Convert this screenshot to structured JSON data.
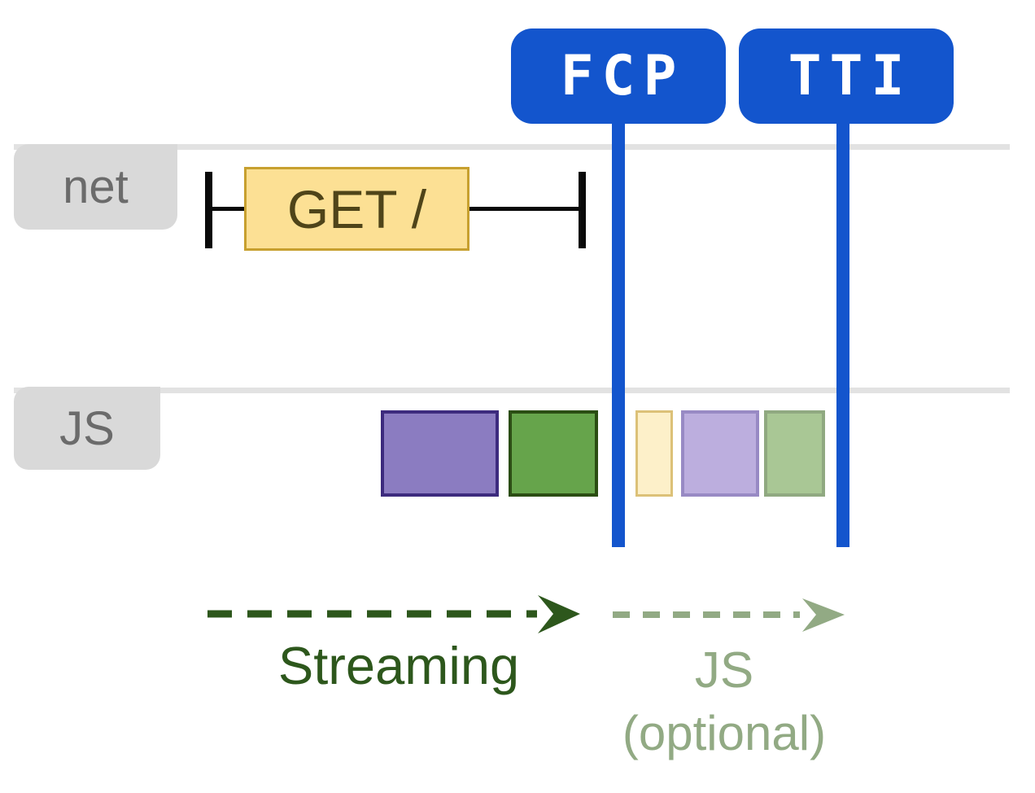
{
  "figure": {
    "badges": [
      {
        "label": "FCP"
      },
      {
        "label": "TTI"
      }
    ],
    "lanes": [
      {
        "label": "net"
      },
      {
        "label": "JS"
      }
    ],
    "network_request": {
      "label": "GET /"
    },
    "js_tasks": [
      {
        "name": "large-purple-task",
        "fill": "#8b7cc1",
        "border": "#3d2b7e"
      },
      {
        "name": "large-green-task",
        "fill": "#66a44b",
        "border": "#2b4d13"
      },
      {
        "name": "small-light-yellow-task",
        "fill": "#fdf0c9",
        "border": "#dcc178"
      },
      {
        "name": "small-light-purple-task",
        "fill": "#bcaede",
        "border": "#988ac4"
      },
      {
        "name": "small-light-green-task",
        "fill": "#a9c795",
        "border": "#90a981"
      }
    ],
    "phases": [
      {
        "label": "Streaming",
        "color": "#2d571c"
      },
      {
        "label": "JS",
        "sublabel": "(optional)",
        "color": "#92aa84"
      }
    ],
    "colors": {
      "badge_blue": "#1355cd",
      "lane_line_gray": "#e2e2e2",
      "tab_gray": "#d9d9d9",
      "tab_text_gray": "#6b6b6b",
      "request_fill": "#fce094",
      "request_border": "#c7a02f",
      "request_text": "#4f4419",
      "span_black": "#0a0a0a"
    }
  }
}
